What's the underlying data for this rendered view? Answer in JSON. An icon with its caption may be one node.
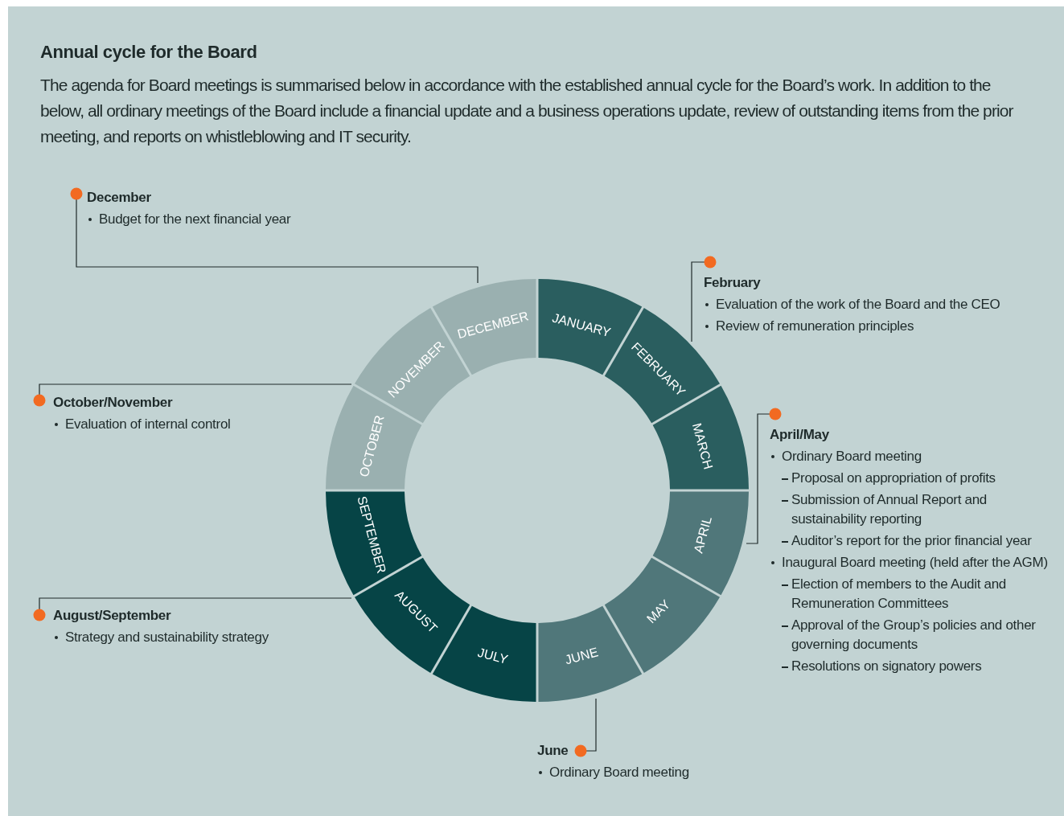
{
  "diagram": {
    "title": "Annual cycle for the Board",
    "nodes": [
      {
        "text": [
          "JANUARY"
        ]
      },
      {
        "text": [
          "FEBRUARY"
        ]
      },
      {
        "text": [
          "MARCH"
        ]
      },
      {
        "text": [
          "APRIL"
        ]
      },
      {
        "text": [
          "MAY"
        ]
      },
      {
        "text": [
          "JUNE"
        ]
      },
      {
        "text": [
          "JULY"
        ]
      },
      {
        "text": [
          "AUGUST"
        ]
      },
      {
        "text": [
          "SEPTEMBER"
        ]
      },
      {
        "text": [
          "OCTOBER"
        ]
      },
      {
        "text": [
          "NOVEMBER"
        ]
      },
      {
        "text": [
          "DECEMBER"
        ]
      },
      {
        "text": [
          "December",
          "Budget for the next financial year"
        ]
      },
      {
        "text": [
          "February",
          "Evaluation of the work of the Board and the CEO",
          "Review of remuneration principles"
        ]
      },
      {
        "text": [
          "October/November",
          "Evaluation of internal control"
        ]
      },
      {
        "text": [
          "April/May",
          "Ordinary Board meeting",
          "Proposal on appropriation of profits",
          "Submission of Annual Report and sustainability reporting",
          "Auditor’s report for the prior financial year",
          "Inaugural Board meeting (held after the AGM)",
          "Election of members to the Audit and Remuneration Committees",
          "Approval of the Group’s policies and other governing documents",
          "Resolutions on signatory powers"
        ]
      },
      {
        "text": [
          "August/September",
          "Strategy and sustainability strategy"
        ]
      },
      {
        "text": [
          "June",
          "Ordinary Board meeting"
        ]
      }
    ],
    "edges": [
      {
        "from": 12,
        "to": 11,
        "arrow": "other"
      },
      {
        "from": 13,
        "to": 1,
        "arrow": "other"
      },
      {
        "from": 14,
        "to": 9,
        "arrow": "other"
      },
      {
        "from": 15,
        "to": 3,
        "arrow": "other"
      },
      {
        "from": 16,
        "to": 8,
        "arrow": "other"
      },
      {
        "from": 17,
        "to": 5,
        "arrow": "other"
      }
    ],
    "labels": [
      "The agenda for Board meetings is summarised below in accordance with the established annual cycle for the Board’s work. In addition to the below, all ordinary meetings of the Board include a financial update and a business operations update, review of outstanding items from the prior meeting, and reports on whistleblowing and IT security."
    ]
  }
}
